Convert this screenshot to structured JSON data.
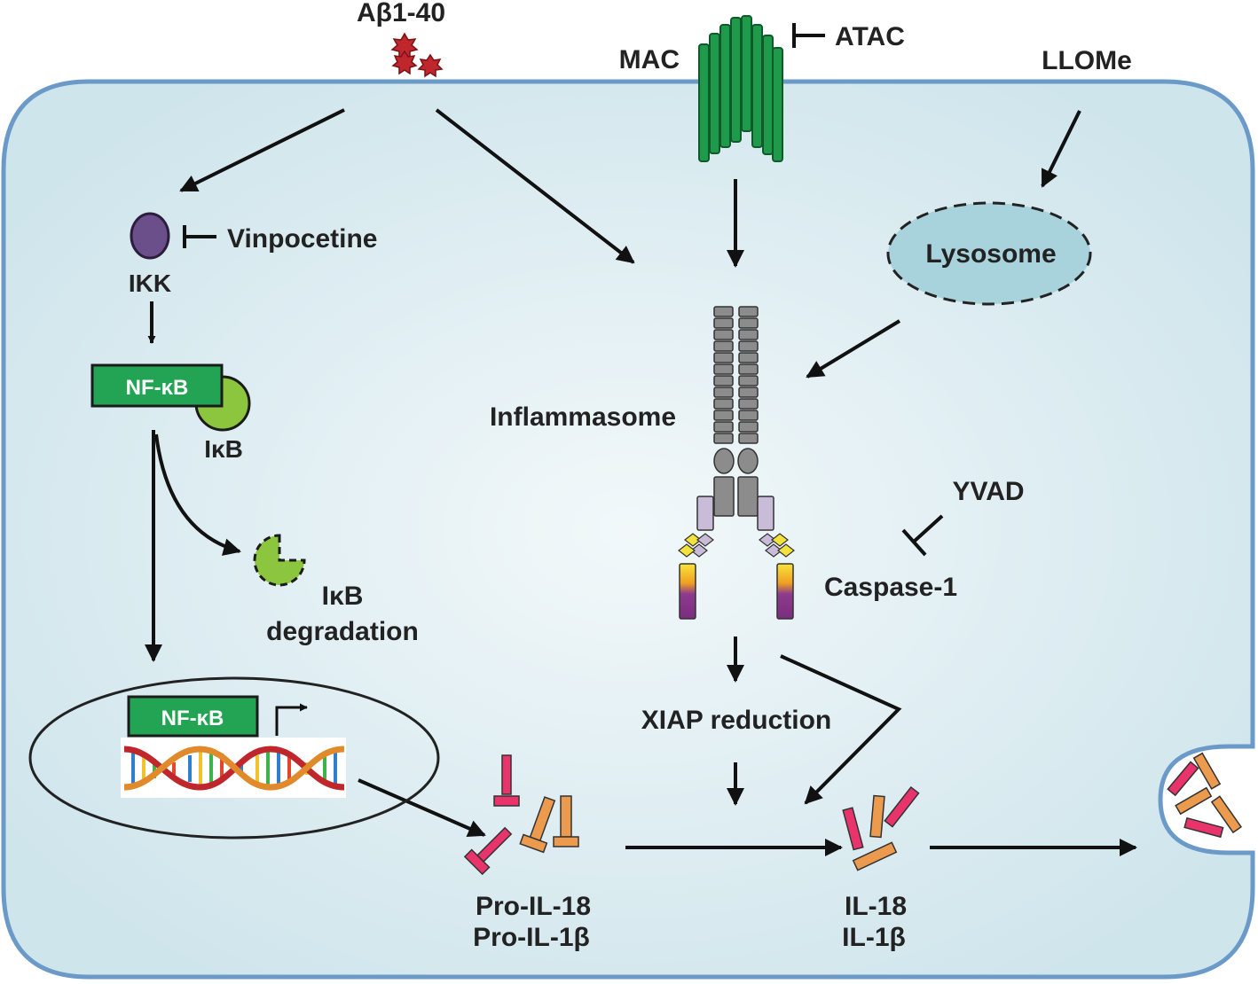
{
  "labels": {
    "abeta": "Aβ1-40",
    "mac": "MAC",
    "atac": "ATAC",
    "llome": "LLOMe",
    "vinpocetine": "Vinpocetine",
    "ikk": "IKK",
    "nfkb_cytoplasm": "NF-κB",
    "ikb": "IκB",
    "ikb_degradation_line1": "IκB",
    "ikb_degradation_line2": "degradation",
    "nfkb_nucleus": "NF-κB",
    "lysosome": "Lysosome",
    "inflammasome": "Inflammasome",
    "yvad": "YVAD",
    "caspase1": "Caspase-1",
    "xiap": "XIAP reduction",
    "pro_il18": "Pro-IL-18",
    "pro_il1b": "Pro-IL-1β",
    "il18": "IL-18",
    "il1b": "IL-1β"
  },
  "colors": {
    "cell_fill": "#dcecf0",
    "cell_border": "#6b9ac9",
    "mac_green": "#1e9a4a",
    "nfkb_green": "#23a455",
    "ikb_green": "#8cc63f",
    "ikk_purple": "#6b4f8a",
    "lysosome_fill": "#a8d3dc",
    "amyloid_red": "#c0272d",
    "il18_pink": "#e8336b",
    "il1b_orange": "#ec9a4d",
    "caspase_purple": "#8e3a8e",
    "caspase_yellow": "#f4e23c",
    "inflammasome_gray": "#9a9a9a"
  }
}
